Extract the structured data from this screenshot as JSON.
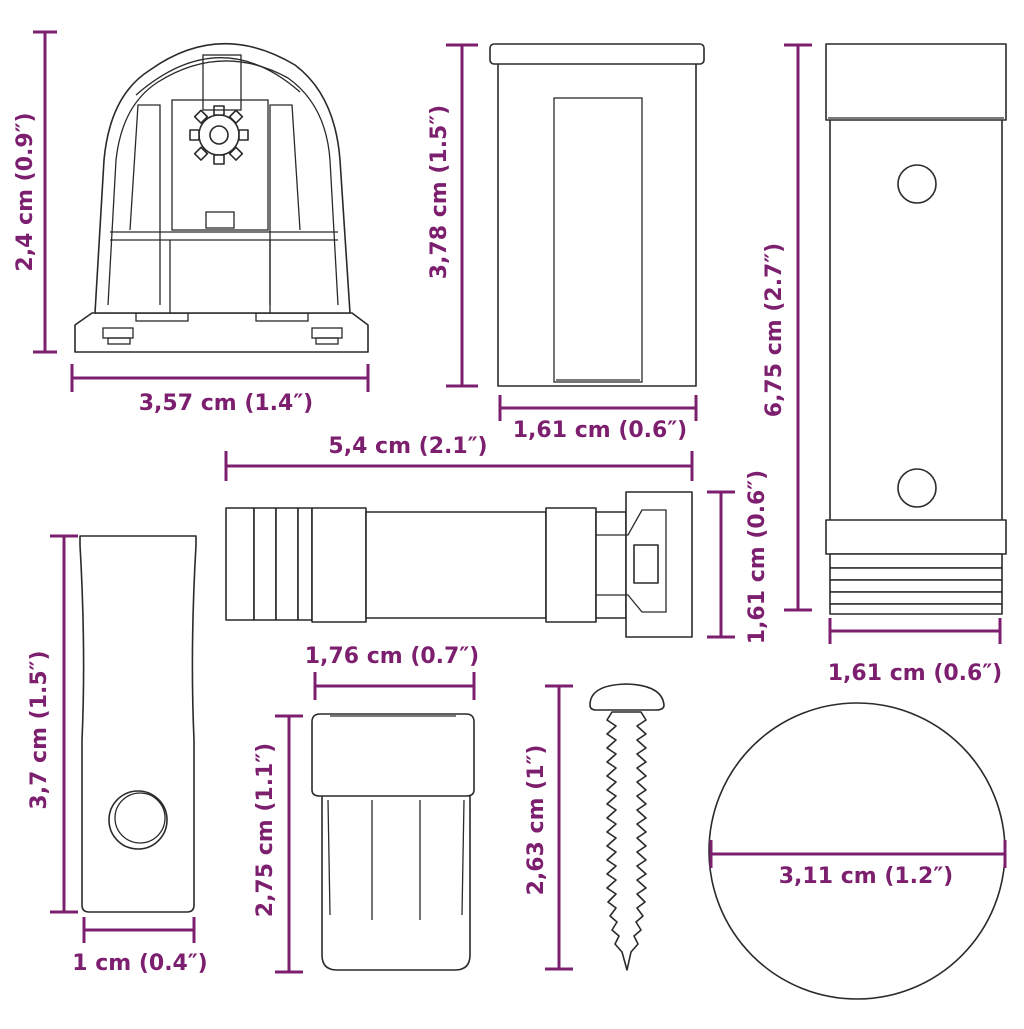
{
  "colors": {
    "dimension": "#7d1f6f",
    "outline": "#2a2a2a",
    "background": "#ffffff"
  },
  "dimensions": {
    "bracket_height": "2,4 cm (0.9″)",
    "bracket_width": "3,57 cm (1.4″)",
    "sleeve_height": "3,78 cm (1.5″)",
    "sleeve_width": "1,61 cm (0.6″)",
    "rail_height": "6,75 cm (2.7″)",
    "rail_width": "1,61 cm (0.6″)",
    "connector_length": "5,4 cm (2.1″)",
    "connector_height": "1,61 cm (0.6″)",
    "plate_height": "3,7 cm (1.5″)",
    "plate_width": "1 cm (0.4″)",
    "cap_width": "1,76 cm (0.7″)",
    "cap_height": "2,75 cm (1.1″)",
    "screw_length": "2,63 cm (1″)",
    "disc_diameter": "3,11 cm (1.2″)"
  }
}
